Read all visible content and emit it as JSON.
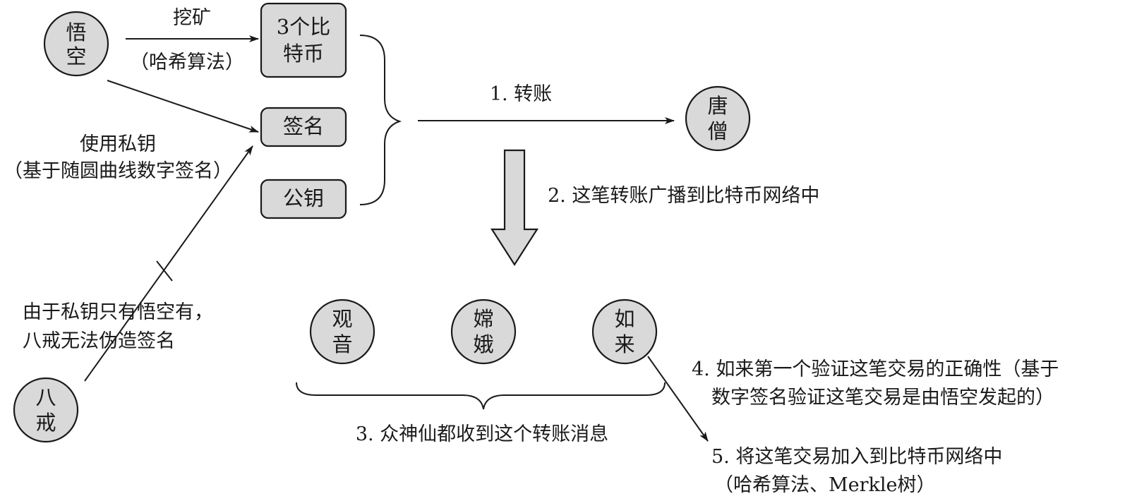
{
  "nodes": {
    "wukong": [
      "悟",
      "空"
    ],
    "tangseng": [
      "唐",
      "僧"
    ],
    "bajie": [
      "八",
      "戒"
    ],
    "guanyin": [
      "观",
      "音"
    ],
    "change": [
      "嫦",
      "娥"
    ],
    "rulai": [
      "如",
      "来"
    ]
  },
  "boxes": {
    "bitcoin": [
      "3个比",
      "特币"
    ],
    "signature": [
      "签名"
    ],
    "public_key": [
      "公钥"
    ]
  },
  "labels": {
    "mining": "挖矿",
    "mining_method": "（哈希算法）",
    "use_private_key": "使用私钥",
    "ecdsa": "（基于随圆曲线数字签名）",
    "private_only_1": "由于私钥只有悟空有，",
    "private_only_2": "八戒无法伪造签名",
    "step1": "1. 转账",
    "step2": "2. 这笔转账广播到比特币网络中",
    "step3": "3. 众神仙都收到这个转账消息",
    "step4_1": "4. 如来第一个验证这笔交易的正确性（基于",
    "step4_2": "数字签名验证这笔交易是由悟空发起的）",
    "step5_1": "5. 将这笔交易加入到比特币网络中",
    "step5_2": "（哈希算法、Merkle树）"
  },
  "colors": {
    "node_fill": "#d9d9d9",
    "stroke": "#1a1a1a"
  }
}
